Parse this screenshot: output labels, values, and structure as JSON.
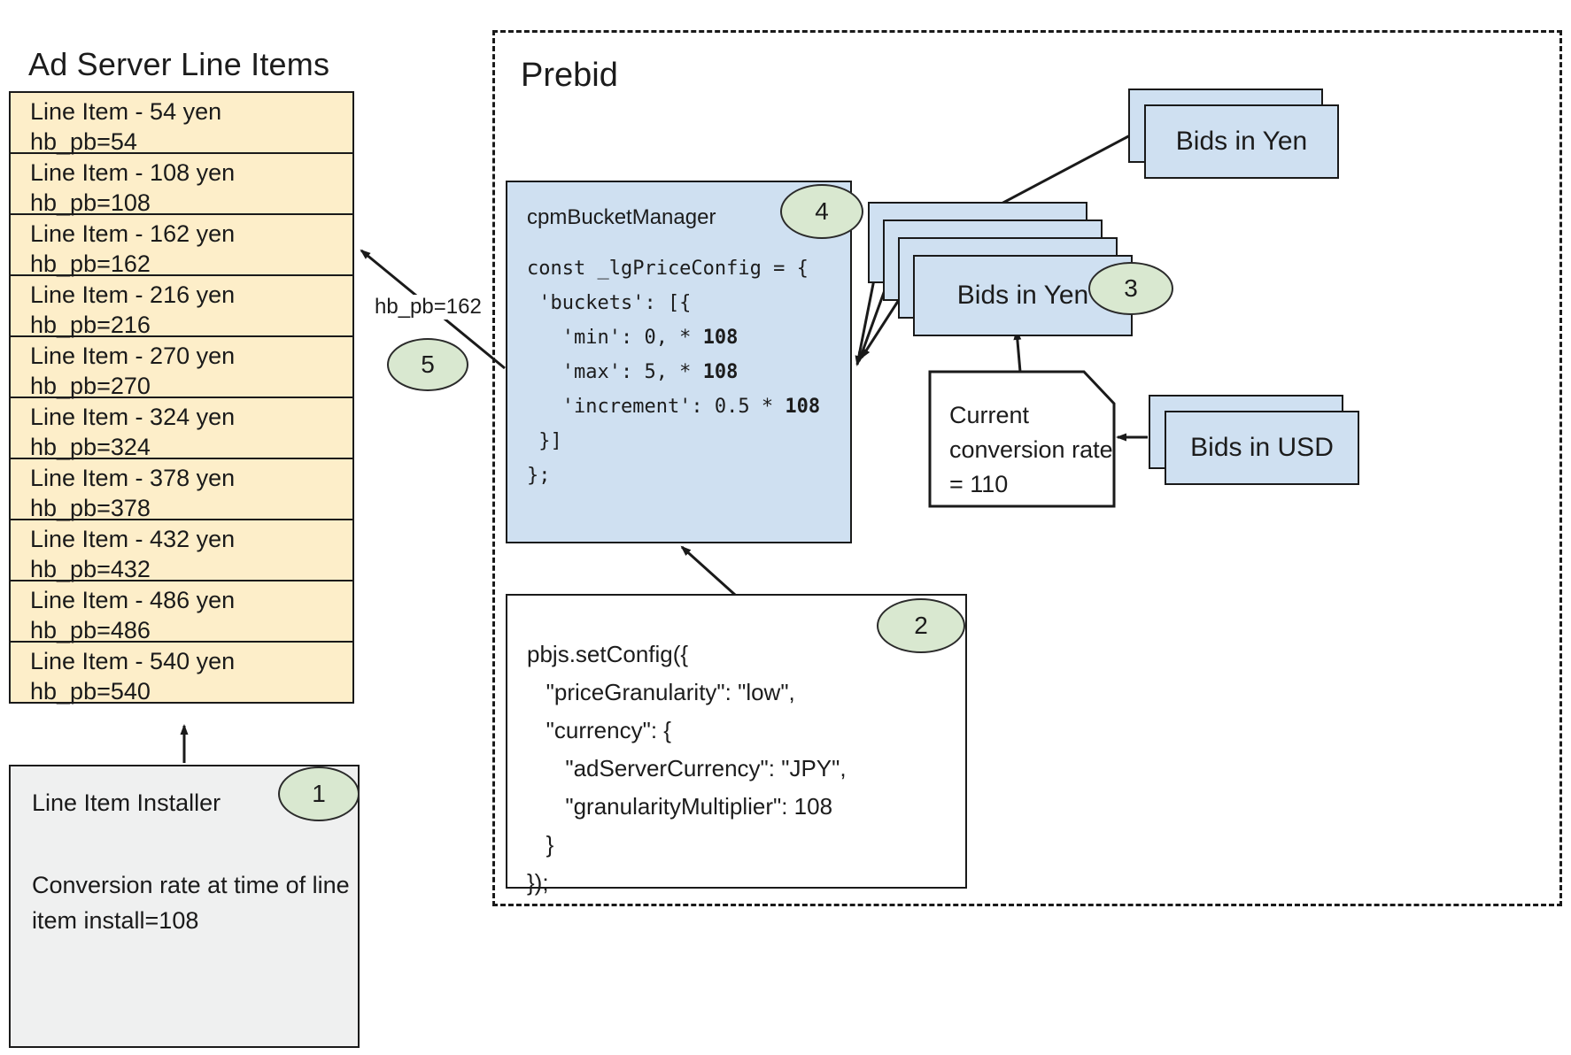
{
  "adServer": {
    "title": "Ad Server Line Items",
    "lineItems": [
      {
        "name": "Line Item - 54 yen",
        "key": "hb_pb=54"
      },
      {
        "name": "Line Item - 108 yen",
        "key": "hb_pb=108"
      },
      {
        "name": "Line Item - 162 yen",
        "key": "hb_pb=162"
      },
      {
        "name": "Line Item - 216 yen",
        "key": "hb_pb=216"
      },
      {
        "name": "Line Item - 270 yen",
        "key": "hb_pb=270"
      },
      {
        "name": "Line Item - 324 yen",
        "key": "hb_pb=324"
      },
      {
        "name": "Line Item - 378 yen",
        "key": "hb_pb=378"
      },
      {
        "name": "Line Item - 432 yen",
        "key": "hb_pb=432"
      },
      {
        "name": "Line Item - 486 yen",
        "key": "hb_pb=486"
      },
      {
        "name": "Line Item - 540 yen",
        "key": "hb_pb=540"
      }
    ],
    "installer": {
      "title": "Line Item Installer",
      "note": "Conversion rate at time of line item install=108"
    }
  },
  "prebid": {
    "title": "Prebid",
    "cpmBucketManager": {
      "title": "cpmBucketManager",
      "codeLines": [
        {
          "text": "const _lgPriceConfig = {"
        },
        {
          "text": " 'buckets': [{"
        },
        {
          "text": "   'min': 0, * ",
          "bold": "108"
        },
        {
          "text": "   'max': 5, * ",
          "bold": "108"
        },
        {
          "text": "   'increment': 0.5 * ",
          "bold": "108"
        },
        {
          "text": " }]"
        },
        {
          "text": "};"
        }
      ]
    },
    "setConfig": {
      "codeLines": [
        "pbjs.setConfig({",
        "   \"priceGranularity\": \"low\",",
        "   \"currency\": {",
        "      \"adServerCurrency\": \"JPY\",",
        "      \"granularityMultiplier\": 108",
        "   }",
        "});"
      ]
    },
    "bidsInYenInner": "Bids in Yen",
    "bidsInYenOuter": "Bids in Yen",
    "bidsInUsd": "Bids in USD",
    "conversionNote": "Current conversion rate = 110"
  },
  "edges": {
    "hbPbLabel": "hb_pb=162"
  },
  "steps": {
    "one": "1",
    "two": "2",
    "three": "3",
    "four": "4",
    "five": "5"
  },
  "colors": {
    "lineItemFill": "#fdeec9",
    "bidFill": "#cfe0f1",
    "bubbleFill": "#d9e8d0",
    "installerFill": "#eff0f0",
    "stroke": "#1a1a1a"
  }
}
